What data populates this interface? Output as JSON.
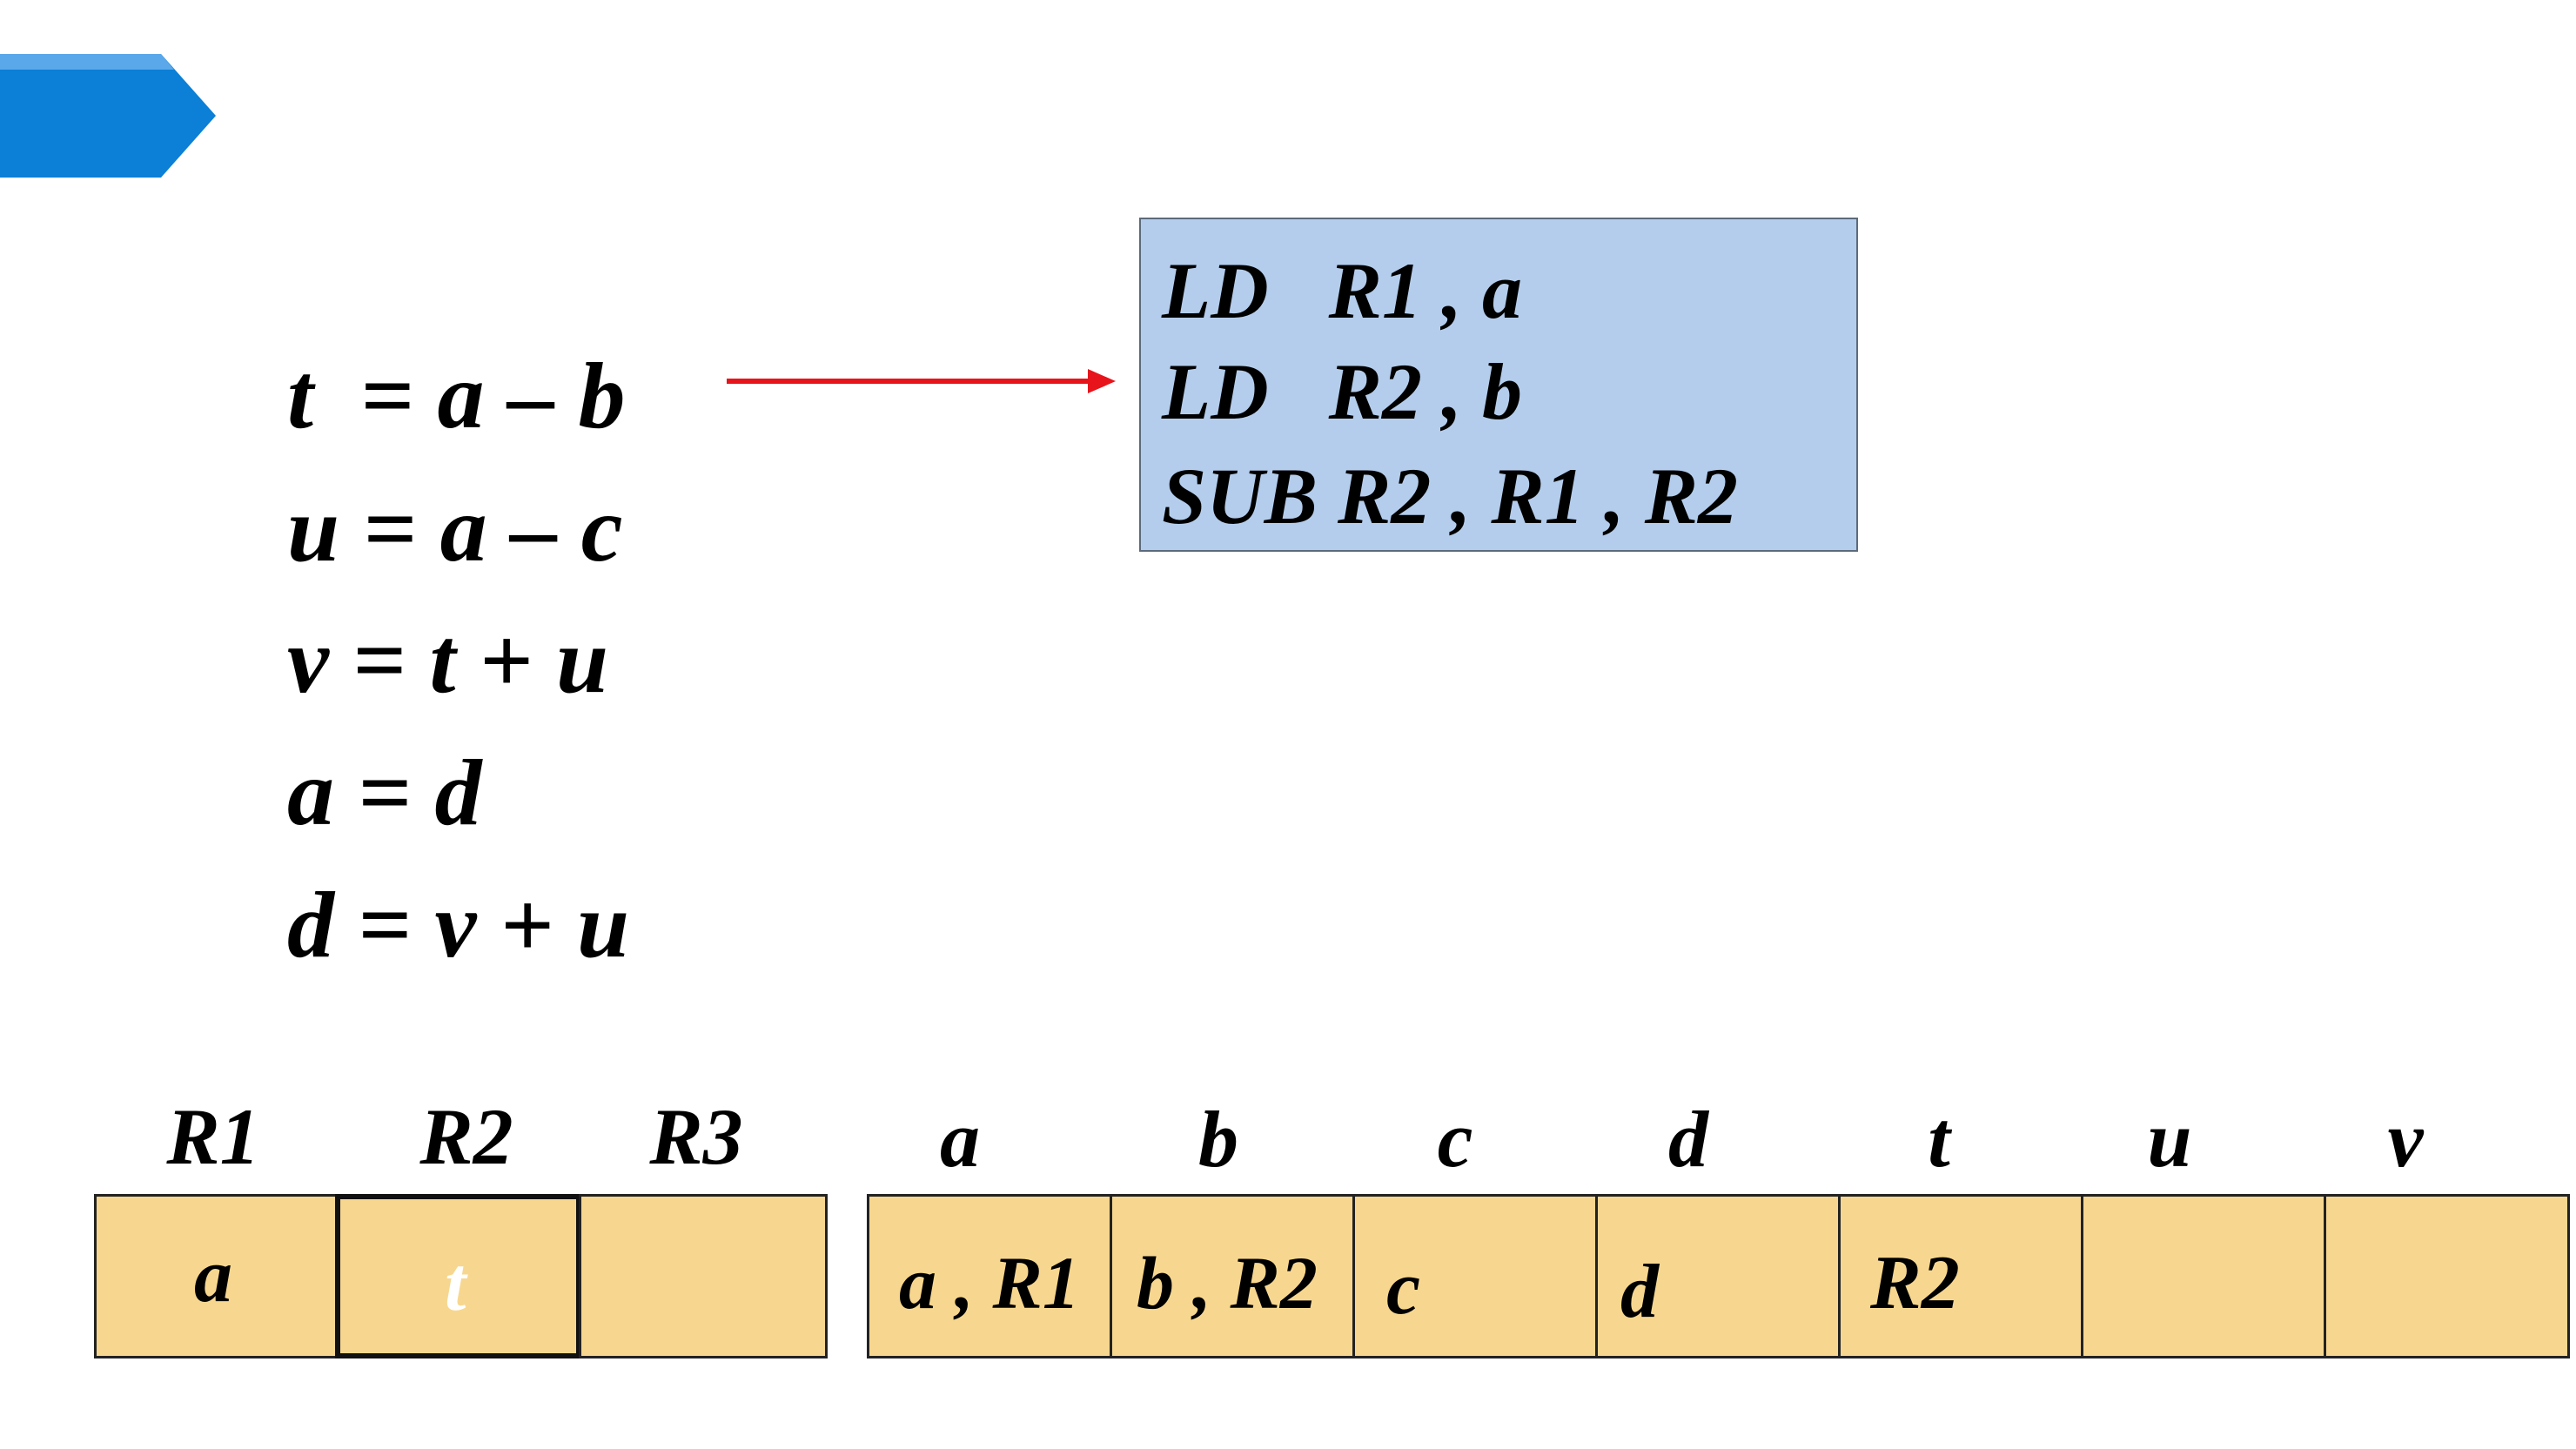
{
  "code_lines": [
    "t  = a – b",
    "u = a – c",
    "v = t + u",
    "a = d",
    "d = v + u"
  ],
  "assembly_lines": [
    "LD   R1 , a",
    "LD   R2 , b",
    "SUB R2 , R1 , R2"
  ],
  "register_headers": [
    "R1",
    "R2",
    "R3"
  ],
  "register_values": [
    "a",
    "t",
    ""
  ],
  "address_headers": [
    "a",
    "b",
    "c",
    "d",
    "t",
    "u",
    "v"
  ],
  "address_values": [
    "a , R1",
    "b , R2",
    "c",
    "d",
    "R2",
    "",
    ""
  ],
  "colors": {
    "tab_blue": "#0c7fd6",
    "tab_highlight": "#5aa8ea",
    "arrow_red": "#e8141b",
    "asm_box_fill": "#b4cdec",
    "cell_fill": "#f7d78f",
    "highlight_text": "#ffffff"
  }
}
